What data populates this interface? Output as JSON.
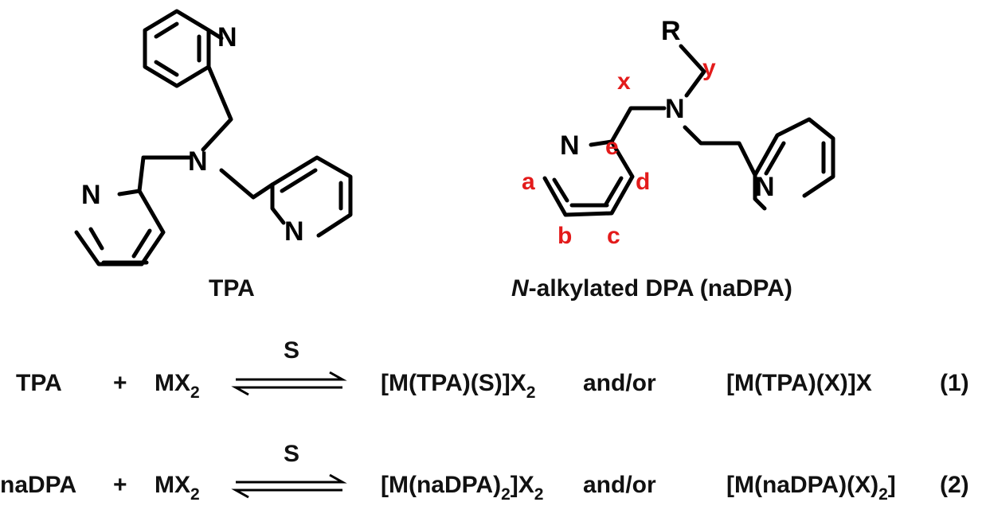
{
  "molecules": {
    "tpa": {
      "caption": "TPA",
      "atoms": {
        "n_top": "N",
        "n_center": "N",
        "n_left": "N",
        "n_right": "N"
      }
    },
    "nadpa": {
      "caption_italic": "N",
      "caption_rest": "-alkylated DPA (naDPA)",
      "atoms": {
        "r": "R",
        "n_center": "N",
        "n_left": "N",
        "n_right": "N"
      },
      "labels": {
        "x": "x",
        "y": "y",
        "e": "e",
        "d": "d",
        "a": "a",
        "b": "b",
        "c": "c"
      }
    }
  },
  "equations": [
    {
      "reactant1": "TPA",
      "plus1": "+",
      "reactant2_base": "MX",
      "reactant2_sub": "2",
      "condition": "S",
      "product1_base": "[M(TPA)(S)]X",
      "product1_sub": "2",
      "connector": "and/or",
      "product2": "[M(TPA)(X)]X",
      "number": "(1)"
    },
    {
      "reactant1": "naDPA",
      "plus1": "+",
      "reactant2_base": "MX",
      "reactant2_sub": "2",
      "condition": "S",
      "product1_a": "[M(naDPA)",
      "product1_sub_a": "2",
      "product1_b": "]X",
      "product1_sub_b": "2",
      "connector": "and/or",
      "product2_a": "[M(naDPA)(X)",
      "product2_sub": "2",
      "product2_b": "]",
      "number": "(2)"
    }
  ],
  "colors": {
    "label_red": "#e31b1b",
    "ink": "#000000"
  }
}
